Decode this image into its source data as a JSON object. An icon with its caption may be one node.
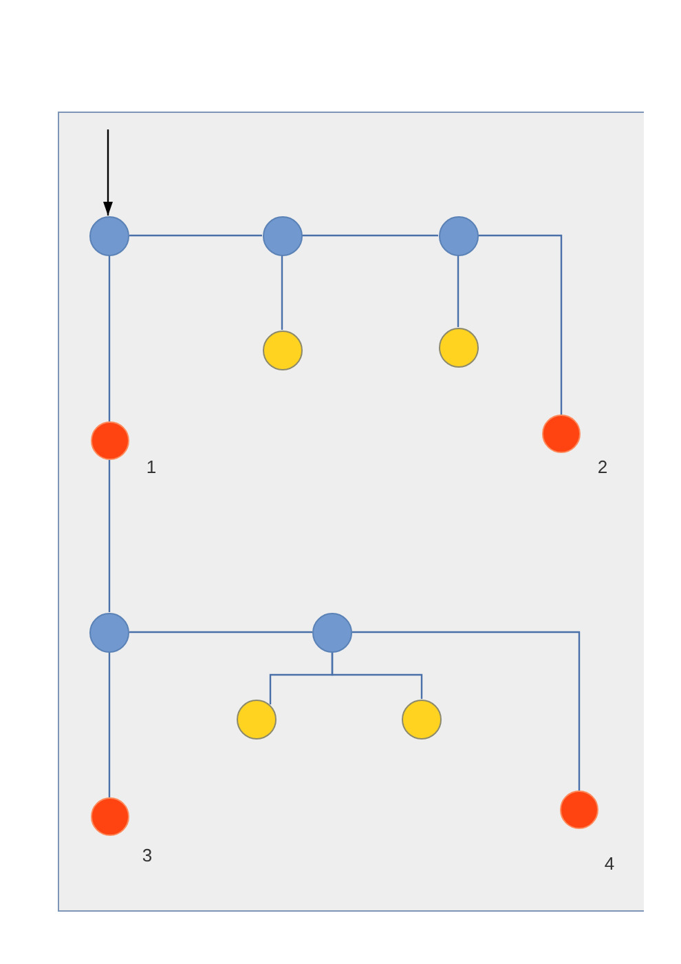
{
  "diagram": {
    "nodes": [
      {
        "text": [],
        "shape": "circle"
      },
      {
        "text": [],
        "shape": "circle"
      },
      {
        "text": [],
        "shape": "circle"
      },
      {
        "text": [],
        "shape": "circle"
      },
      {
        "text": [],
        "shape": "circle"
      },
      {
        "text": [],
        "shape": "circle",
        "beside": [
          "1"
        ]
      },
      {
        "text": [],
        "shape": "circle",
        "beside": [
          "2"
        ]
      },
      {
        "text": [],
        "shape": "circle"
      },
      {
        "text": [],
        "shape": "circle"
      },
      {
        "text": [],
        "shape": "circle"
      },
      {
        "text": [],
        "shape": "circle"
      },
      {
        "text": [],
        "shape": "circle",
        "beside": [
          "3"
        ]
      },
      {
        "text": [],
        "shape": "circle",
        "beside": [
          "4"
        ]
      }
    ],
    "edges": [
      {
        "from": null,
        "to": 0,
        "arrow": "to",
        "color": "#000000"
      },
      {
        "from": 0,
        "to": 1,
        "arrow": "none"
      },
      {
        "from": 1,
        "to": 2,
        "arrow": "none"
      },
      {
        "from": 2,
        "to": 6,
        "arrow": "none"
      },
      {
        "from": 1,
        "to": 3,
        "arrow": "none"
      },
      {
        "from": 2,
        "to": 4,
        "arrow": "none"
      },
      {
        "from": 0,
        "to": 5,
        "arrow": "none"
      },
      {
        "from": 5,
        "to": 7,
        "arrow": "none"
      },
      {
        "from": 7,
        "to": 8,
        "arrow": "none"
      },
      {
        "from": 8,
        "to": 9,
        "arrow": "none"
      },
      {
        "from": 8,
        "to": 10,
        "arrow": "none"
      },
      {
        "from": 8,
        "to": 12,
        "arrow": "none"
      },
      {
        "from": 7,
        "to": 11,
        "arrow": "none"
      }
    ]
  }
}
